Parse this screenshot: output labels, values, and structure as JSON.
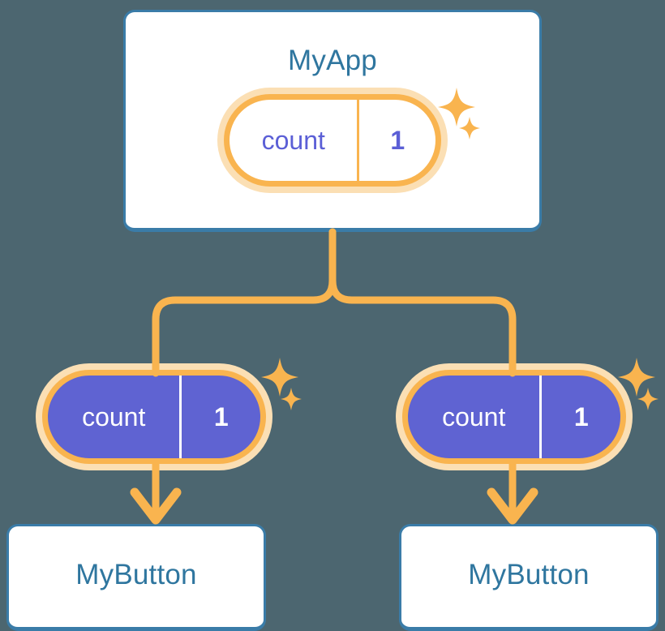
{
  "diagram": {
    "title_text": "MyApp",
    "background_color": "#4c6670",
    "accent_orange": "#f9b44f",
    "accent_orange_glow": "#fbdfb4",
    "accent_blue": "#3a7ca8",
    "accent_purple": "#5f63d2",
    "title_color": "#2f769f"
  },
  "app_card": {
    "title": "MyApp",
    "state": {
      "key": "count",
      "value": "1"
    }
  },
  "branches": [
    {
      "state": {
        "key": "count",
        "value": "1"
      },
      "button_label": "MyButton"
    },
    {
      "state": {
        "key": "count",
        "value": "1"
      },
      "button_label": "MyButton"
    }
  ],
  "icons": {
    "sparkle_large": "sparkle-icon",
    "sparkle_small": "sparkle-small-icon",
    "arrow": "arrow-down-icon"
  }
}
